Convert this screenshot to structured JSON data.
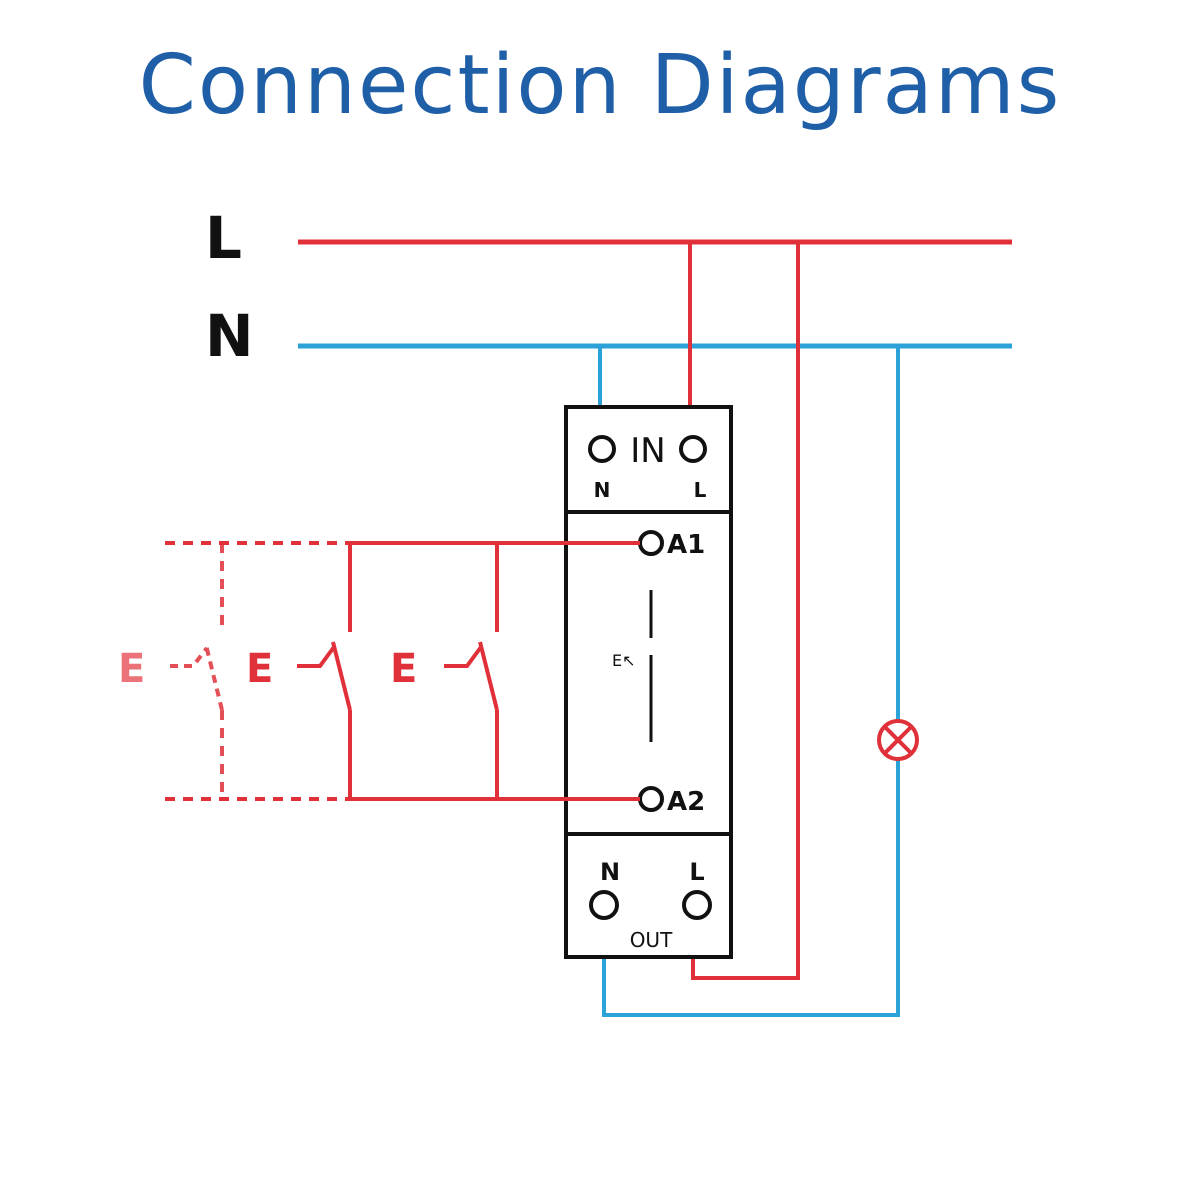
{
  "title": "Connection Diagrams",
  "colors": {
    "live": "#e0303a",
    "neutral": "#2ba3d9",
    "device": "#111111",
    "title": "#1f5fa8"
  },
  "lines": {
    "live_label": "L",
    "neutral_label": "N"
  },
  "device": {
    "in_label": "IN",
    "in_n_label": "N",
    "in_l_label": "L",
    "a1_label": "A1",
    "a2_label": "A2",
    "coil_label": "E↖",
    "out_n_label": "N",
    "out_l_label": "L",
    "out_label": "OUT"
  },
  "switches": {
    "button_label": "E"
  },
  "load": {
    "icon": "lamp-icon"
  }
}
